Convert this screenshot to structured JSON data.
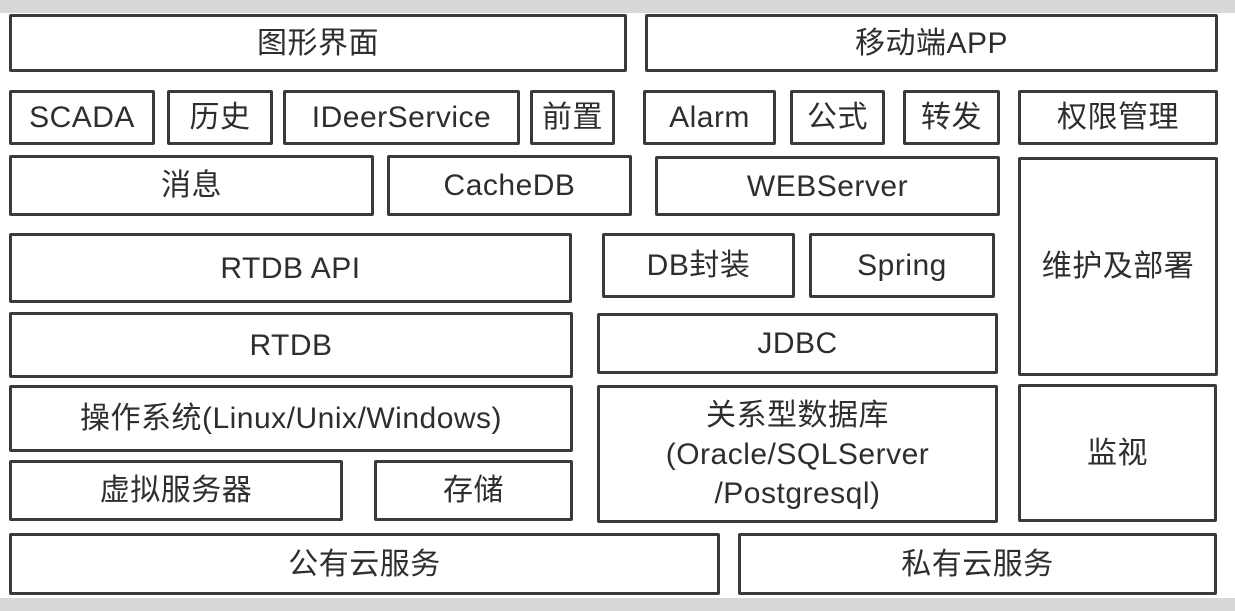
{
  "page": {
    "background_color": "#ffffff",
    "band_color": "#d8d8d8",
    "box_border_color": "#3a3a3a",
    "text_color": "#2e2e2e"
  },
  "blocks": {
    "graphic_ui": "图形界面",
    "mobile_app": "移动端APP",
    "scada": "SCADA",
    "history": "历史",
    "ideer_service": "IDeerService",
    "front_end": "前置",
    "alarm": "Alarm",
    "formula": "公式",
    "forward": "转发",
    "permission_mgmt": "权限管理",
    "message": "消息",
    "cache_db": "CacheDB",
    "web_server": "WEBServer",
    "maintain_deploy": "维护及部署",
    "rtdb_api": "RTDB API",
    "db_wrapper": "DB封装",
    "spring": "Spring",
    "rtdb": "RTDB",
    "jdbc": "JDBC",
    "os": "操作系统(Linux/Unix/Windows)",
    "relational_db": "关系型数据库\n(Oracle/SQLServer\n/Postgresql)",
    "monitor": "监视",
    "virtual_server": "虚拟服务器",
    "storage": "存储",
    "public_cloud": "公有云服务",
    "private_cloud": "私有云服务"
  }
}
